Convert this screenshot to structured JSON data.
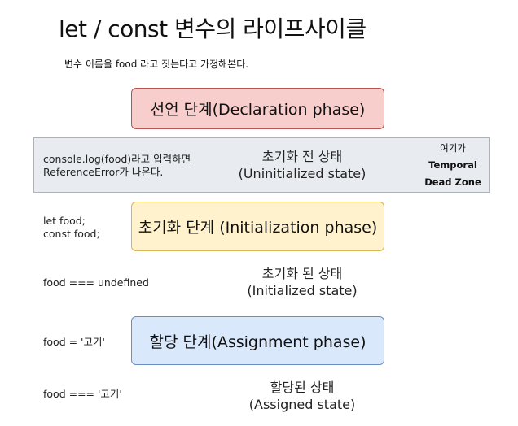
{
  "title": "let / const 변수의 라이프사이클",
  "subtitle": "변수 이름을 food 라고 짓는다고 가정해본다.",
  "phases": {
    "declaration": "선언 단계(Declaration phase)",
    "initialization": "초기화 단계 (Initialization phase)",
    "assignment": "할당 단계(Assignment phase)"
  },
  "tdz_box": {
    "note_line1": "console.log(food)라고 입력하면",
    "note_line2": "ReferenceError가 나온다.",
    "state_line1": "초기화 전 상태",
    "state_line2": "(Uninitialized state)",
    "label_line1": "여기가",
    "label_line2": "Temporal",
    "label_line3": "Dead Zone"
  },
  "code_notes": {
    "declare_line1": "let food;",
    "declare_line2": "const food;",
    "undefined_check": "food === undefined",
    "assign": "food = '고기'",
    "assigned_check": "food === '고기'"
  },
  "states": {
    "initialized_line1": "초기화 된 상태",
    "initialized_line2": "(Initialized state)",
    "assigned_line1": "할당된 상태",
    "assigned_line2": "(Assigned state)"
  }
}
